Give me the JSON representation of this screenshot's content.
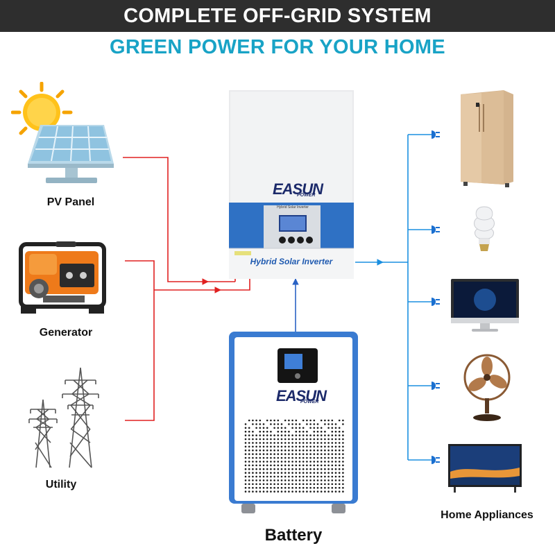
{
  "header": {
    "title": "COMPLETE OFF-GRID SYSTEM",
    "subtitle": "GREEN POWER FOR YOUR HOME"
  },
  "colors": {
    "header_bg": "#2e2e2e",
    "subtitle": "#19a3c6",
    "input_line": "#e02020",
    "output_line": "#1a8fe0",
    "dc_line": "#2a62c4",
    "brand_blue": "#2a6fc9"
  },
  "sources": [
    {
      "label": "PV Panel",
      "icon": "solar-panel-icon"
    },
    {
      "label": "Generator",
      "icon": "generator-icon"
    },
    {
      "label": "Utility",
      "icon": "power-tower-icon"
    }
  ],
  "inverter": {
    "brand": "EASUN",
    "brand_sub": "POWER",
    "panel_caption": "Hybrid Solar Inverter",
    "label": "Hybrid Solar Inverter"
  },
  "battery": {
    "brand": "EASUN",
    "brand_sub": "POWER",
    "label": "Battery"
  },
  "appliances": {
    "items": [
      {
        "icon": "refrigerator-icon"
      },
      {
        "icon": "light-bulb-icon"
      },
      {
        "icon": "monitor-icon"
      },
      {
        "icon": "fan-icon"
      },
      {
        "icon": "television-icon"
      }
    ],
    "label": "Home Appliances"
  }
}
